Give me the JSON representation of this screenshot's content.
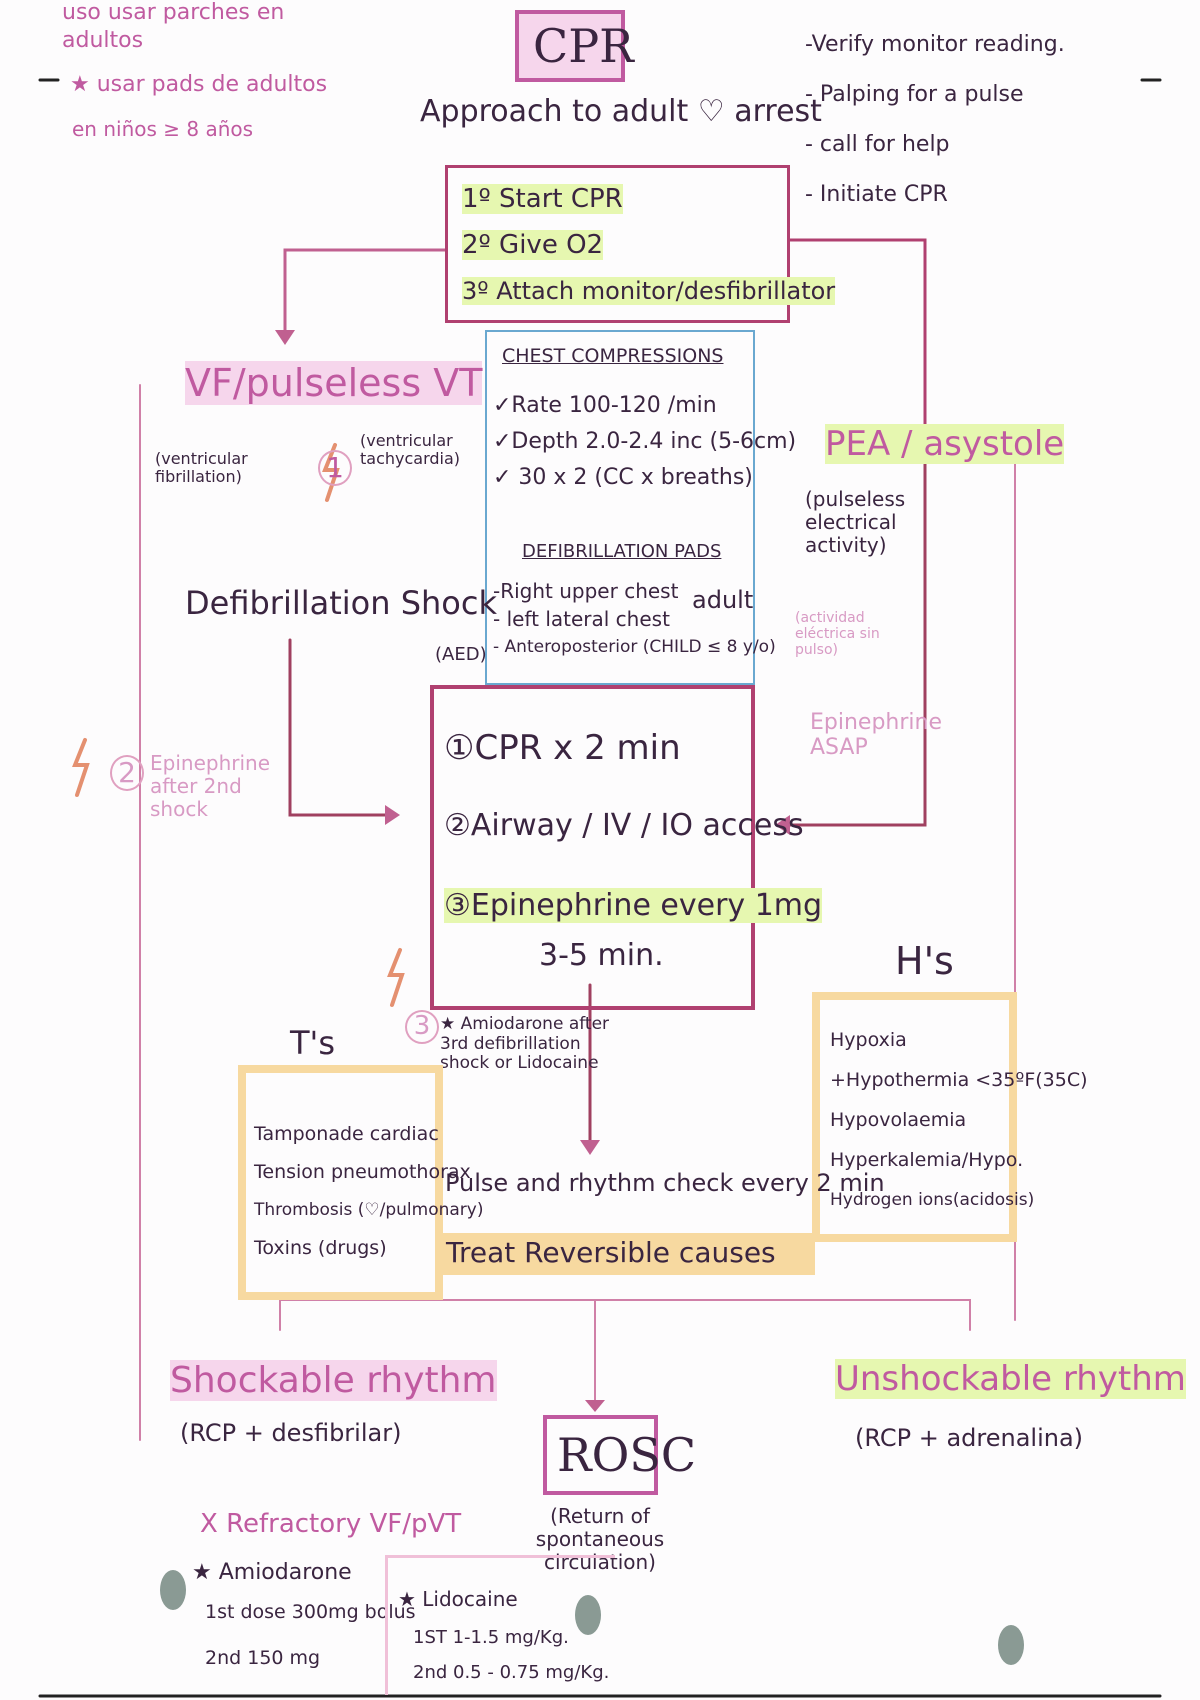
{
  "title": "CPR",
  "subtitle": "Approach to adult ♡ arrest",
  "top_left_note": [
    "uso usar parches en",
    "adultos",
    "★ usar pads de adultos",
    "en niños ≥ 8 años"
  ],
  "initial_checks": [
    "-Verify monitor reading.",
    "- Palping for a pulse",
    "- call for help",
    "- Initiate CPR"
  ],
  "first_steps": [
    "1º Start CPR",
    "2º Give O2",
    "3º Attach monitor/desfibrillator"
  ],
  "chest_compressions": {
    "heading": "CHEST COMPRESSIONS",
    "items": [
      "✓Rate 100-120 /min",
      "✓Depth 2.0-2.4 inc (5-6cm)",
      "✓ 30 x 2 (CC x breaths)"
    ]
  },
  "defib_pads": {
    "heading": "DEFIBRILLATION PADS",
    "items": [
      "-Right upper chest",
      "- left lateral chest",
      "- Anteroposterior (CHILD ≤ 8 y/o)"
    ],
    "adult_label": "adult",
    "aed_label": "(AED)"
  },
  "vf": {
    "title": "VF/pulseless VT",
    "note_left": "(ventricular fibrillation)",
    "note_right": "(ventricular tachycardia)",
    "step_number": "1",
    "shock": "Defibrillation Shock"
  },
  "pea": {
    "title": "PEA / asystole",
    "note": "(pulseless electrical activity)",
    "note2": "(actividad eléctrica sin pulso)",
    "drug": "Epinephrine ASAP"
  },
  "epi_note": {
    "step_number": "2",
    "text": "Epinephrine after 2nd shock"
  },
  "cpr_cycle": [
    "①CPR x 2 min",
    "②Airway / IV / IO access",
    "③Epinephrine every 1mg",
    "3-5 min."
  ],
  "amiodarone_note": {
    "step_number": "3",
    "text": "★ Amiodarone after 3rd defibrillation shock or Lidocaine"
  },
  "ts": {
    "title": "T's",
    "items": [
      "Tamponade cardiac",
      "Tension pneumothorax",
      "Thrombosis (♡/pulmonary)",
      "Toxins (drugs)"
    ]
  },
  "hs": {
    "title": "H's",
    "items": [
      "Hypoxia",
      "+Hypothermia <35ºF(35C)",
      "Hypovolaemia",
      "Hyperkalemia/Hypo.",
      "Hydrogen ions(acidosis)"
    ]
  },
  "pulse_check": "Pulse and rhythm check every 2 min",
  "treat": "Treat Reversible causes",
  "shockable": {
    "title": "Shockable rhythm",
    "note": "(RCP + desfibrilar)"
  },
  "unshockable": {
    "title": "Unshockable rhythm",
    "note": "(RCP + adrenalina)"
  },
  "rosc": {
    "title": "ROSC",
    "note": "(Return of spontaneous circulation)"
  },
  "refractory": "X Refractory VF/pVT",
  "amiodarone": {
    "title": "★ Amiodarone",
    "lines": [
      "1st dose 300mg bolus",
      "2nd 150 mg"
    ]
  },
  "lidocaine": {
    "title": "★ Lidocaine",
    "lines": [
      "1ST 1-1.5 mg/Kg.",
      "2nd 0.5 - 0.75 mg/Kg."
    ]
  }
}
